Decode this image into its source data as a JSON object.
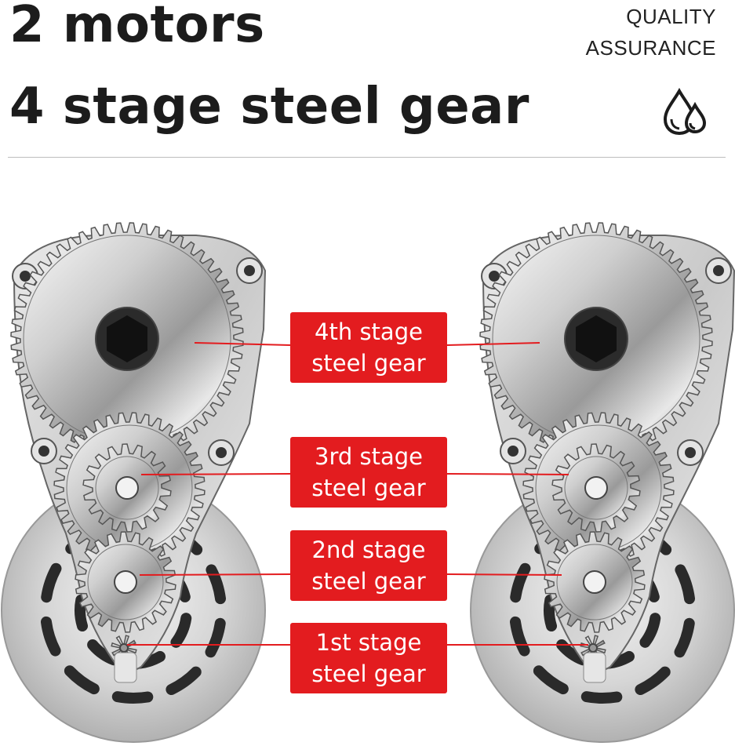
{
  "header": {
    "line1": "2 motors",
    "line2": "4 stage steel gear"
  },
  "badge": {
    "line1": "QUALITY",
    "line2": "ASSURANCE",
    "icon": "water-drops-icon"
  },
  "labels": [
    {
      "line1": "4th stage",
      "line2": "steel gear"
    },
    {
      "line1": "3rd stage",
      "line2": "steel gear"
    },
    {
      "line1": "2nd stage",
      "line2": "steel gear"
    },
    {
      "line1": "1st stage",
      "line2": "steel gear"
    }
  ],
  "colors": {
    "label_bg": "#e31c1f",
    "leader_line": "#e31c1f",
    "text": "#1c1c1c"
  }
}
